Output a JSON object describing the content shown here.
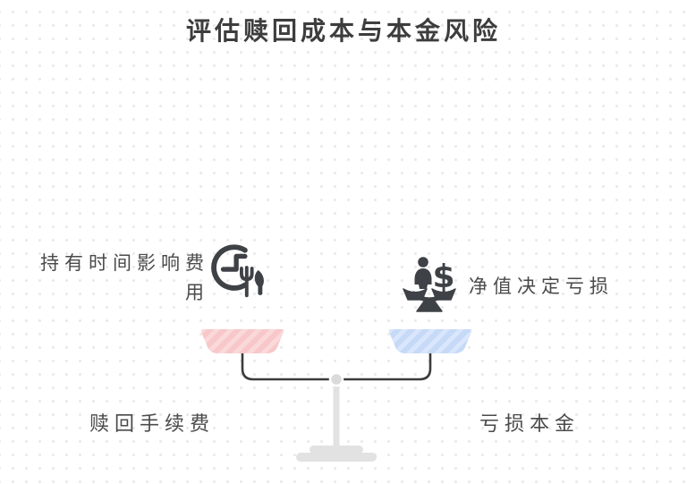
{
  "title": "评估赎回成本与本金风险",
  "left_item": {
    "label": "持有时间影响费用",
    "icon": "clock-utensils-icon",
    "caption": "赎回手续费"
  },
  "right_item": {
    "label": "净值决定亏损",
    "icon": "person-dollar-balance-icon",
    "dollar_sign": "$",
    "caption": "亏损本金"
  },
  "colors": {
    "left_pan": "#f8c7c9",
    "left_pan_stripe": "#fad9da",
    "right_pan": "#c6d9f7",
    "right_pan_stripe": "#d9e6fb",
    "beam": "#3b3b3b",
    "pivot": "#dadada",
    "stand": "#e2e2e2",
    "icon": "#3e4246",
    "text": "#4a4a4a",
    "title": "#3d3d3d"
  }
}
